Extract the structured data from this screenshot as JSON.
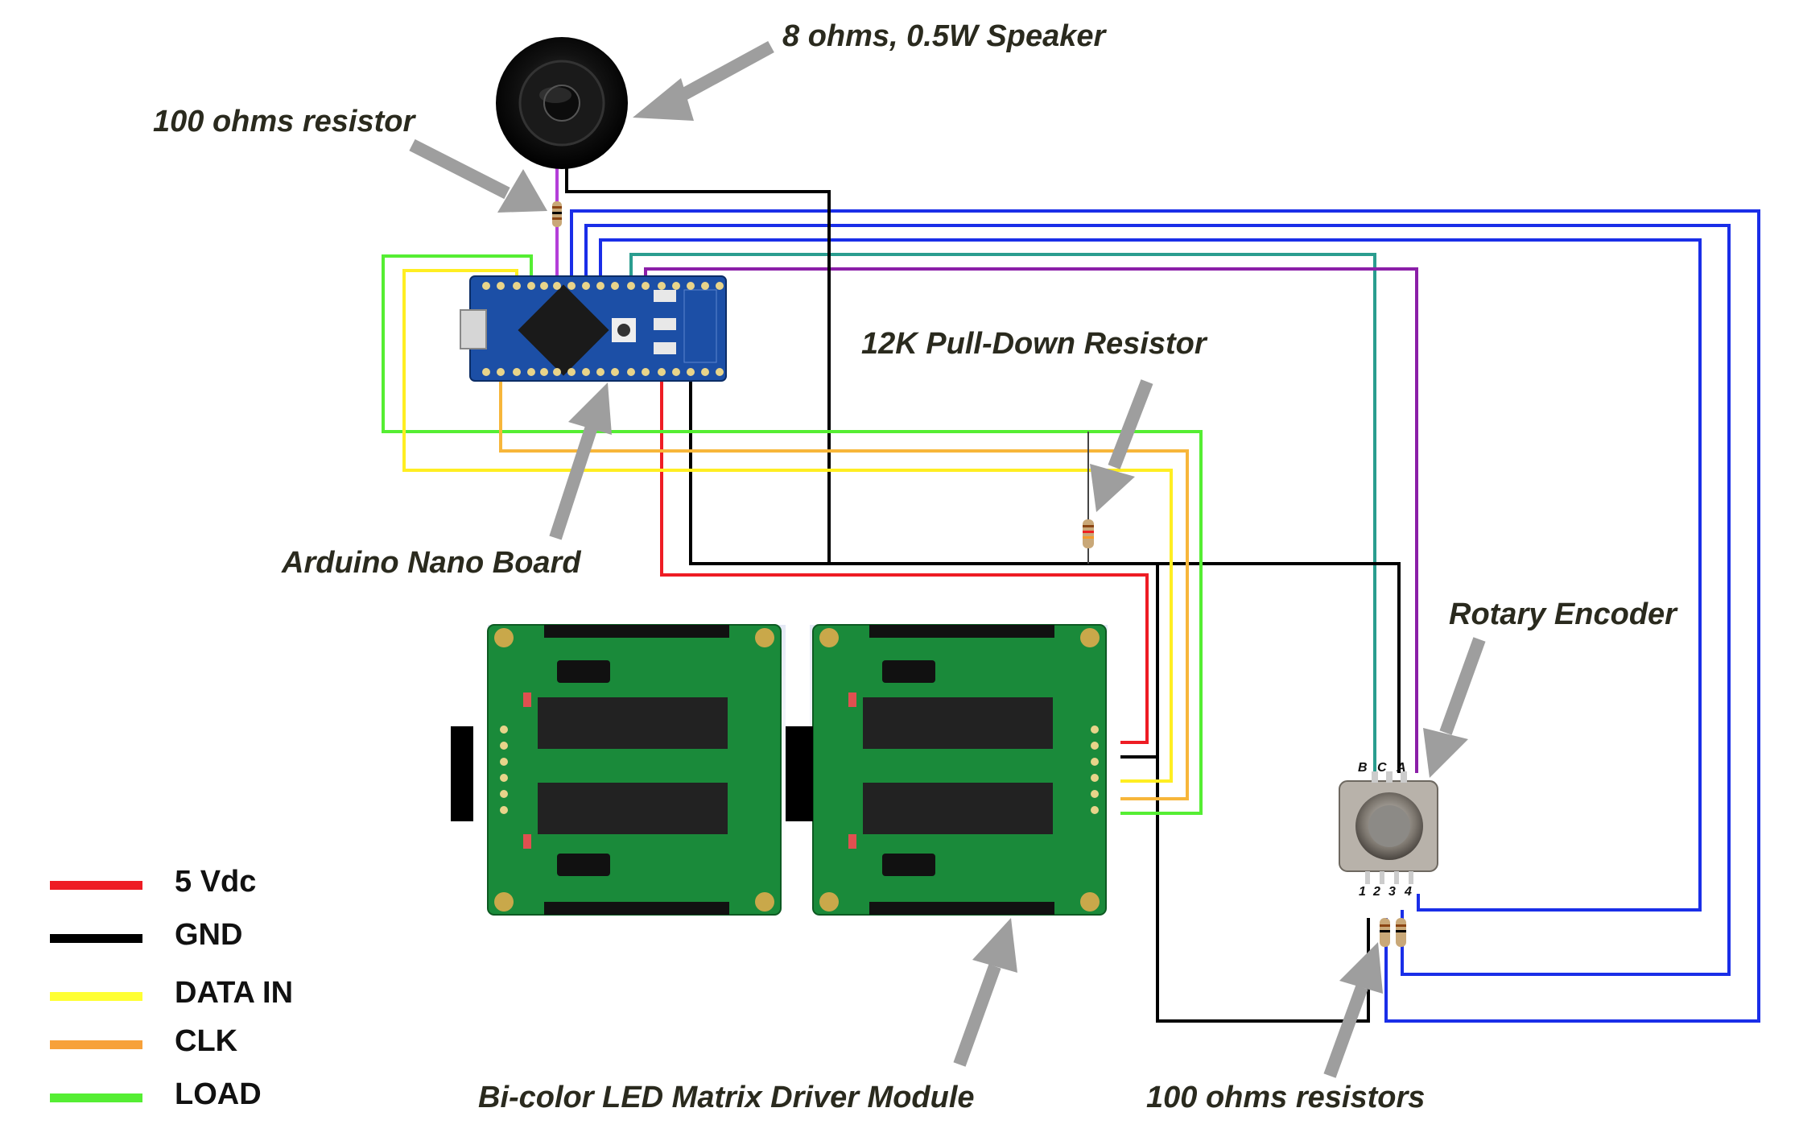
{
  "labels": {
    "speaker": "8 ohms, 0.5W Speaker",
    "resistor_100": "100 ohms resistor",
    "pulldown": "12K Pull-Down Resistor",
    "arduino": "Arduino Nano Board",
    "encoder": "Rotary Encoder",
    "driver": "Bi-color LED Matrix Driver Module",
    "resistors_100": "100 ohms resistors"
  },
  "legend": [
    {
      "label": "5 Vdc",
      "color": "#ee1c24"
    },
    {
      "label": "GND",
      "color": "#000000"
    },
    {
      "label": "DATA IN",
      "color": "#ffff33"
    },
    {
      "label": "CLK",
      "color": "#f7a13a"
    },
    {
      "label": "LOAD",
      "color": "#55ee33"
    }
  ],
  "encoder_pins": {
    "top": [
      "B",
      "C",
      "A"
    ],
    "bottom": [
      "1",
      "2",
      "3",
      "4"
    ]
  },
  "wire_colors": {
    "blue": "#1a2ee8",
    "teal": "#2a9d8f",
    "purple": "#8b1fa8"
  }
}
